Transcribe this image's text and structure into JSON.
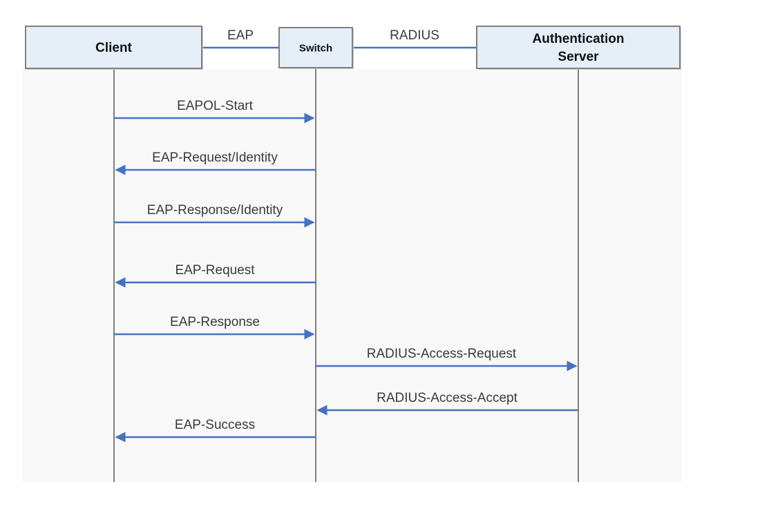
{
  "colors": {
    "canvas": "#f8f8f8",
    "box_fill": "#e6eef8",
    "box_stroke": "#7f7f7f",
    "arrow": "#4472c4",
    "lifeline": "#7f7f7f",
    "text": "#3a3a3a"
  },
  "participants": [
    {
      "id": "client",
      "lines": [
        "Client"
      ]
    },
    {
      "id": "switch",
      "lines": [
        "Switch"
      ]
    },
    {
      "id": "server",
      "lines": [
        "Authentication",
        "Server"
      ]
    }
  ],
  "protocols": [
    {
      "label": "EAP",
      "from": "client",
      "to": "switch"
    },
    {
      "label": "RADIUS",
      "from": "switch",
      "to": "server"
    }
  ],
  "messages": [
    {
      "label": "EAPOL-Start",
      "from": "client",
      "to": "switch"
    },
    {
      "label": "EAP-Request/Identity",
      "from": "switch",
      "to": "client"
    },
    {
      "label": "EAP-Response/Identity",
      "from": "client",
      "to": "switch"
    },
    {
      "label": "EAP-Request",
      "from": "switch",
      "to": "client"
    },
    {
      "label": "EAP-Response",
      "from": "client",
      "to": "switch"
    },
    {
      "label": "RADIUS-Access-Request",
      "from": "switch",
      "to": "server"
    },
    {
      "label": "RADIUS-Access-Accept",
      "from": "server",
      "to": "switch"
    },
    {
      "label": "EAP-Success",
      "from": "switch",
      "to": "client"
    }
  ]
}
